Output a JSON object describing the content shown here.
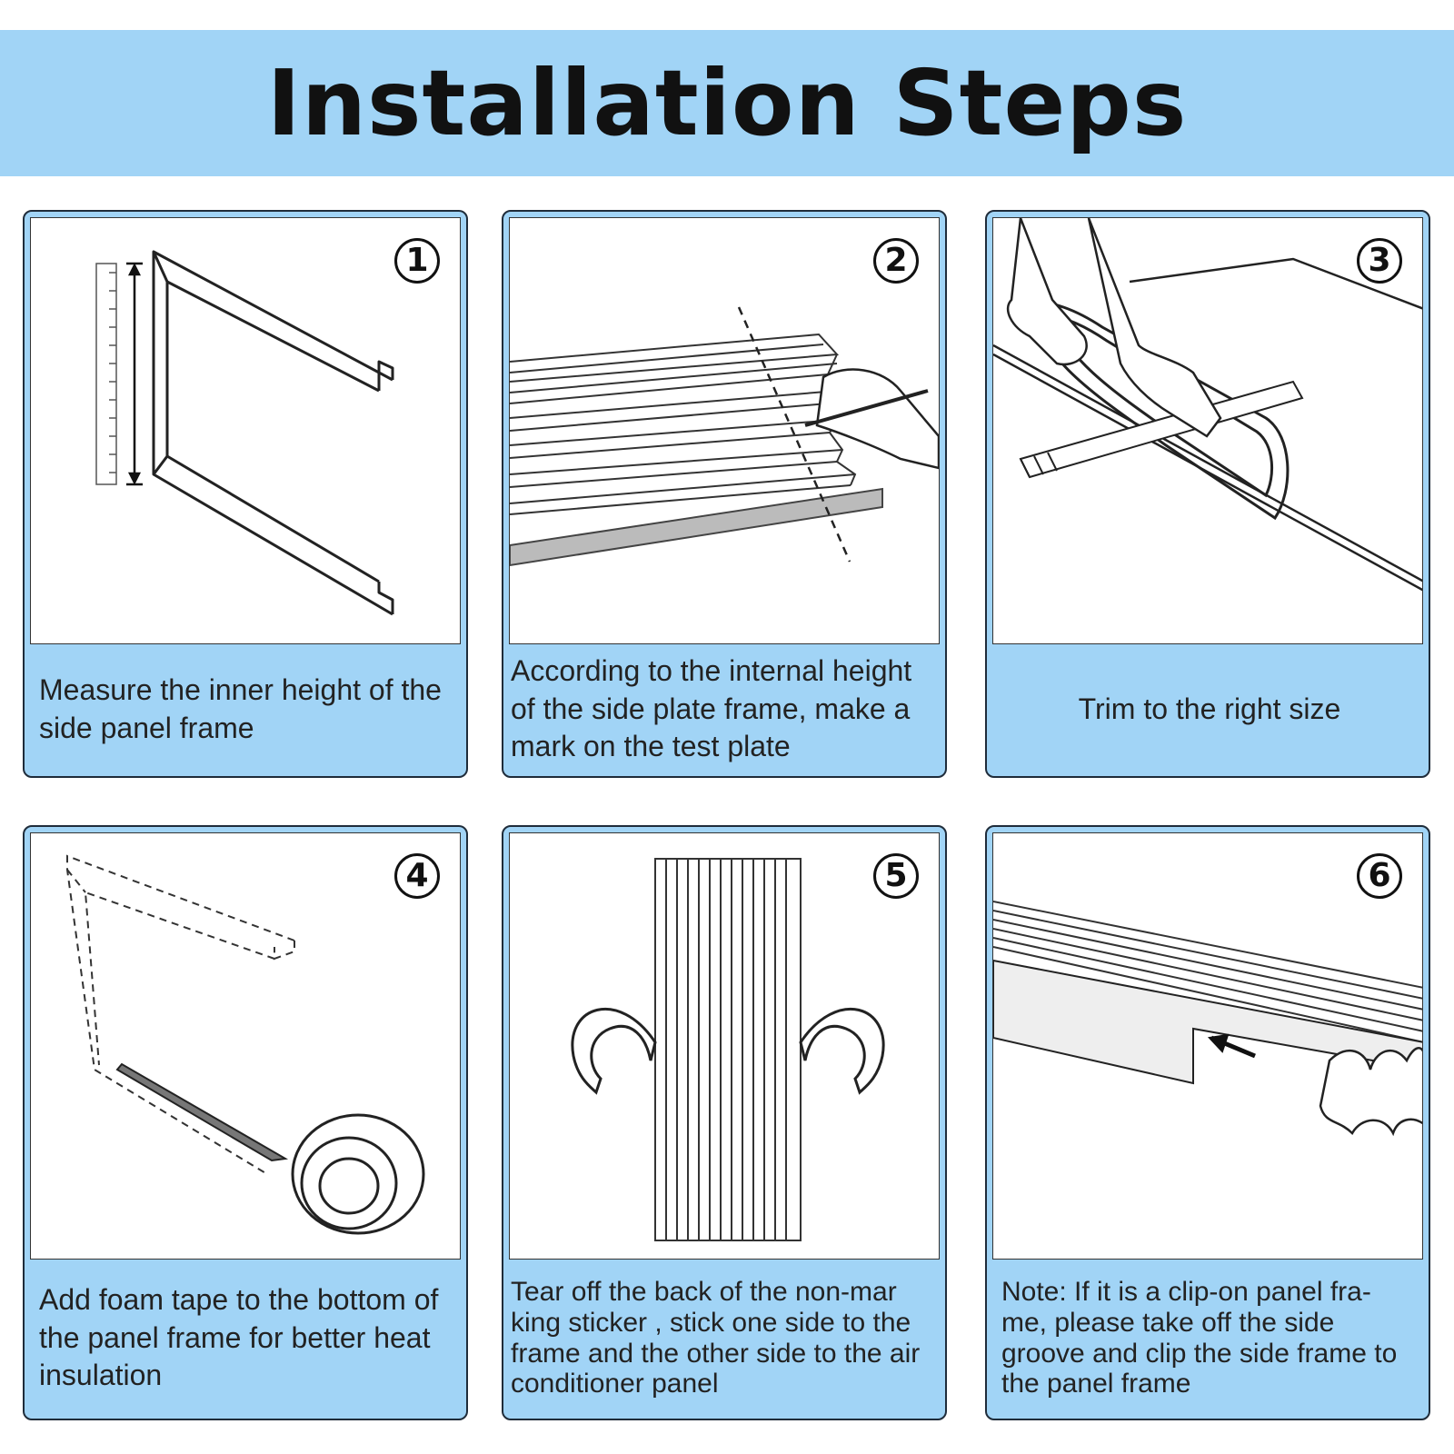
{
  "header": {
    "title": "Installation Steps"
  },
  "steps": [
    {
      "number": "1",
      "caption": "Measure the inner height of the side panel frame"
    },
    {
      "number": "2",
      "caption": "According to the internal height of the side plate frame, make a mark on the test plate"
    },
    {
      "number": "3",
      "caption": "Trim to the right size"
    },
    {
      "number": "4",
      "caption": "Add foam tape to the bottom of the panel frame for better heat insulation"
    },
    {
      "number": "5",
      "caption": "Tear off the back of the non-mar king sticker , stick one side to the frame and the other side to the air conditioner panel"
    },
    {
      "number": "6",
      "caption": "Note: If it is a clip-on panel fra- me, please take off the side groove and clip the side frame to the panel frame"
    }
  ],
  "colors": {
    "banner": "#a1d4f6",
    "card": "#a1d4f6",
    "border": "#1f2c3a"
  }
}
